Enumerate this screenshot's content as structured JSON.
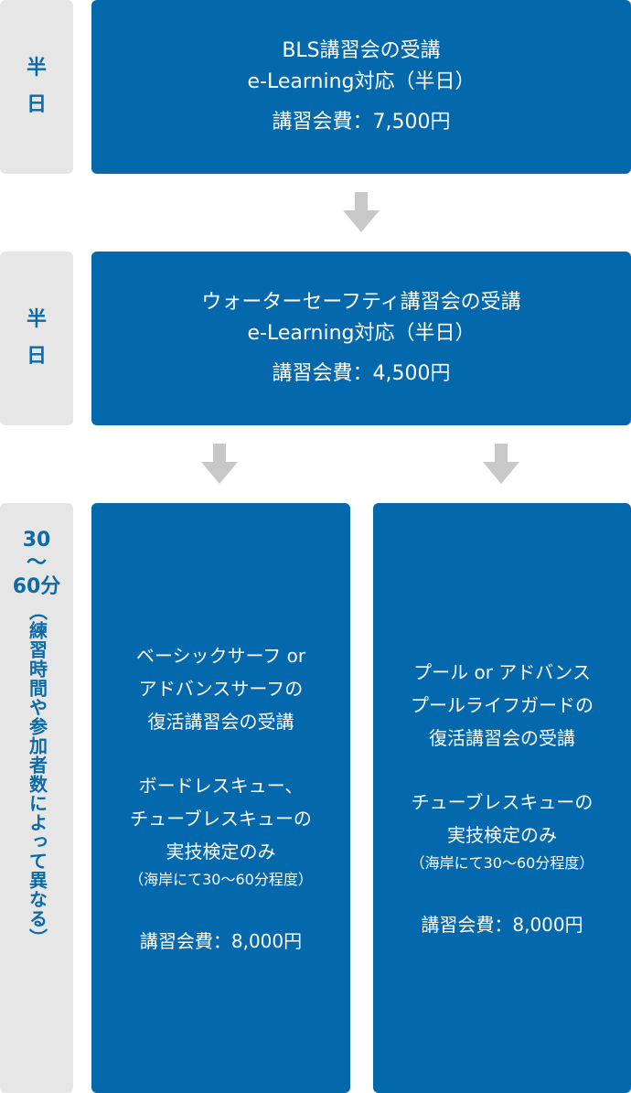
{
  "steps": [
    {
      "side": [
        "半",
        "日"
      ],
      "title_lines": [
        "BLS講習会の受講",
        "e-Learning対応（半日）"
      ],
      "fee": "講習会費：7,500円"
    },
    {
      "side": [
        "半",
        "日"
      ],
      "title_lines": [
        "ウォーターセーフティ講習会の受講",
        "e-Learning対応（半日）"
      ],
      "fee": "講習会費：4,500円"
    }
  ],
  "final": {
    "side_number_lines": [
      "30",
      "～",
      "60分"
    ],
    "side_note": "（練習時間や参加者数によって異なる）",
    "left": {
      "title_lines": [
        "ベーシックサーフ or",
        "アドバンスサーフの",
        "復活講習会の受講"
      ],
      "test_lines": [
        "ボードレスキュー、",
        "チューブレスキューの",
        "実技検定のみ"
      ],
      "note": "（海岸にて30～60分程度）",
      "fee": "講習会費：8,000円"
    },
    "right": {
      "title_lines": [
        "プール or アドバンス",
        "プールライフガードの",
        "復活講習会の受講"
      ],
      "test_lines": [
        "チューブレスキューの",
        "実技検定のみ"
      ],
      "note": "（海岸にて30～60分程度）",
      "fee": "講習会費：8,000円"
    }
  },
  "colors": {
    "box": "#0468ac",
    "side_bg": "#e6e6e6",
    "side_text": "#0b6aa8",
    "arrow": "#c8c8c8"
  }
}
